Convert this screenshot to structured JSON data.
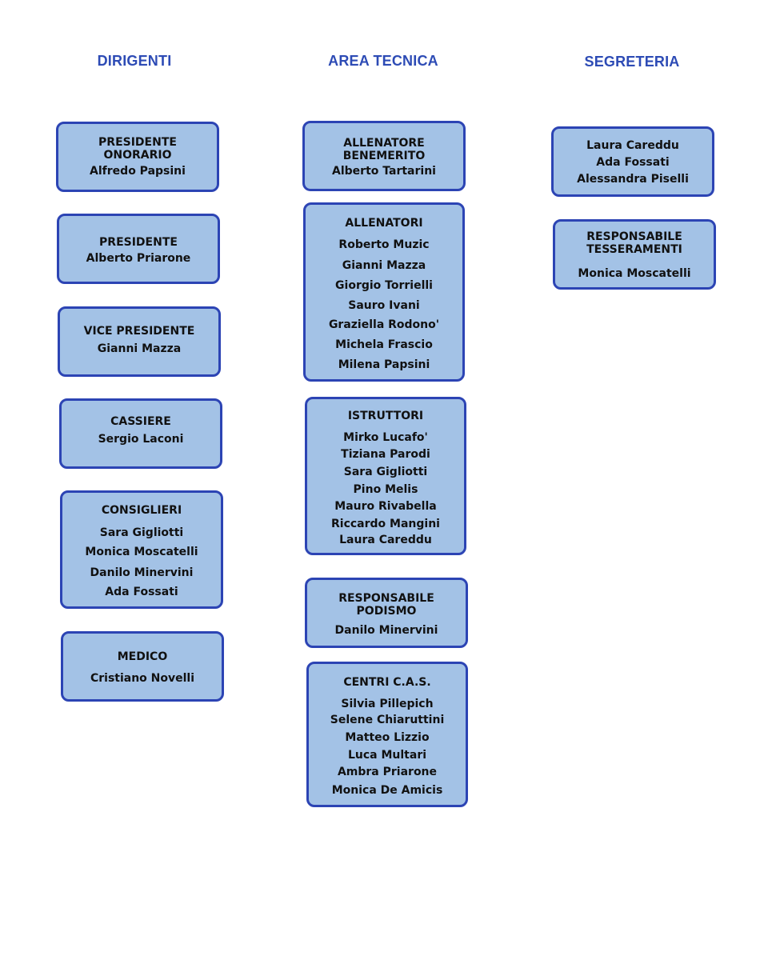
{
  "colors": {
    "title": "#2d4bb5",
    "box_fill": "#a3c2e6",
    "box_border": "#2c44b4",
    "text": "#111111"
  },
  "columns": {
    "dirigenti": {
      "title": "DIRIGENTI"
    },
    "area_tecnica": {
      "title": "AREA TECNICA"
    },
    "segreteria": {
      "title": "SEGRETERIA"
    }
  },
  "boxes": {
    "presidente_onorario": {
      "heading": [
        "PRESIDENTE",
        "ONORARIO"
      ],
      "names": [
        "Alfredo Papsini"
      ]
    },
    "presidente": {
      "heading": [
        "PRESIDENTE"
      ],
      "names": [
        "Alberto Priarone"
      ]
    },
    "vice_presidente": {
      "heading": [
        "VICE PRESIDENTE"
      ],
      "names": [
        "Gianni Mazza"
      ]
    },
    "cassiere": {
      "heading": [
        "CASSIERE"
      ],
      "names": [
        "Sergio Laconi"
      ]
    },
    "consiglieri": {
      "heading": [
        "CONSIGLIERI"
      ],
      "names": [
        "Sara Gigliotti",
        "Monica Moscatelli",
        "Danilo Minervini",
        "Ada Fossati"
      ]
    },
    "medico": {
      "heading": [
        "MEDICO"
      ],
      "names": [
        "Cristiano Novelli"
      ]
    },
    "allenatore_benemerito": {
      "heading": [
        "ALLENATORE",
        "BENEMERITO"
      ],
      "names": [
        "Alberto Tartarini"
      ]
    },
    "allenatori": {
      "heading": [
        "ALLENATORI"
      ],
      "names": [
        "Roberto Muzic",
        "Gianni Mazza",
        "Giorgio Torrielli",
        "Sauro Ivani",
        "Graziella Rodono'",
        "Michela Frascio",
        "Milena Papsini"
      ]
    },
    "istruttori": {
      "heading": [
        "ISTRUTTORI"
      ],
      "names": [
        "Mirko Lucafo'",
        "Tiziana Parodi",
        "Sara Gigliotti",
        "Pino Melis",
        "Mauro Rivabella",
        "Riccardo Mangini",
        "Laura Careddu"
      ]
    },
    "responsabile_podismo": {
      "heading": [
        "RESPONSABILE",
        "PODISMO"
      ],
      "names": [
        "Danilo Minervini"
      ]
    },
    "centri_cas": {
      "heading": [
        "CENTRI C.A.S."
      ],
      "names": [
        "Silvia Pillepich",
        "Selene Chiaruttini",
        "Matteo Lizzio",
        "Luca Multari",
        "Ambra Priarone",
        "Monica De Amicis"
      ]
    },
    "segreteria_staff": {
      "heading": [],
      "names": [
        "Laura Careddu",
        "Ada Fossati",
        "Alessandra Piselli"
      ]
    },
    "responsabile_tesseramenti": {
      "heading": [
        "RESPONSABILE",
        "TESSERAMENTI"
      ],
      "names": [
        "Monica Moscatelli"
      ]
    }
  }
}
